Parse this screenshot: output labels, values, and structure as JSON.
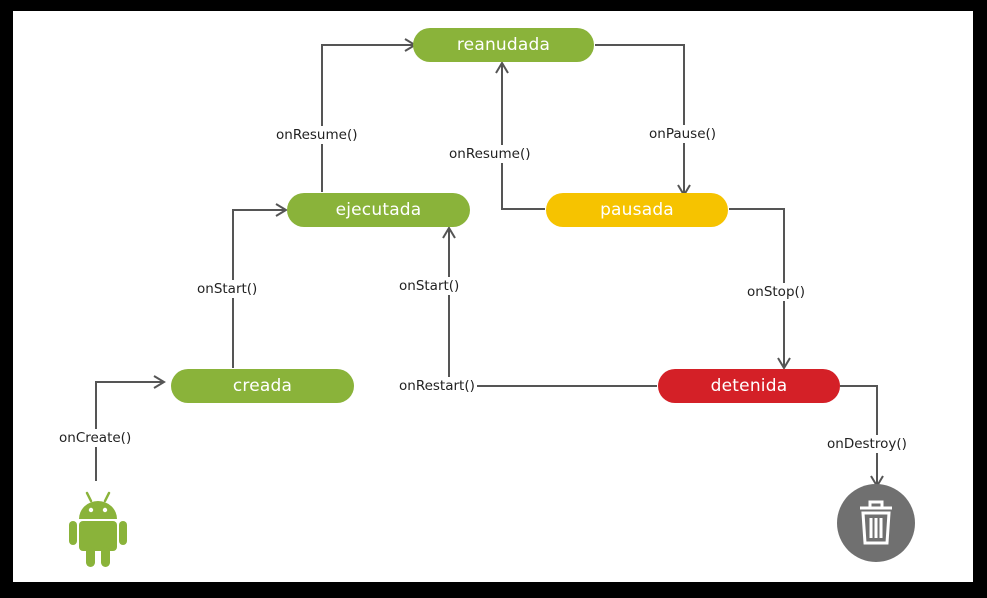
{
  "states": {
    "reanudada": "reanudada",
    "ejecutada": "ejecutada",
    "creada": "creada",
    "pausada": "pausada",
    "detenida": "detenida"
  },
  "callbacks": {
    "on_create": "onCreate()",
    "on_start_left": "onStart()",
    "on_resume_left": "onResume()",
    "on_resume_middle": "onResume()",
    "on_pause": "onPause()",
    "on_start_middle": "onStart()",
    "on_stop": "onStop()",
    "on_restart": "onRestart()",
    "on_destroy": "onDestroy()"
  },
  "colors": {
    "green": "#8ab33a",
    "yellow": "#f6c300",
    "red": "#d42027",
    "trash": "#707070",
    "android": "#8ab33a",
    "line": "#555555"
  },
  "icons": {
    "start": "android-robot-icon",
    "end": "trash-icon"
  }
}
